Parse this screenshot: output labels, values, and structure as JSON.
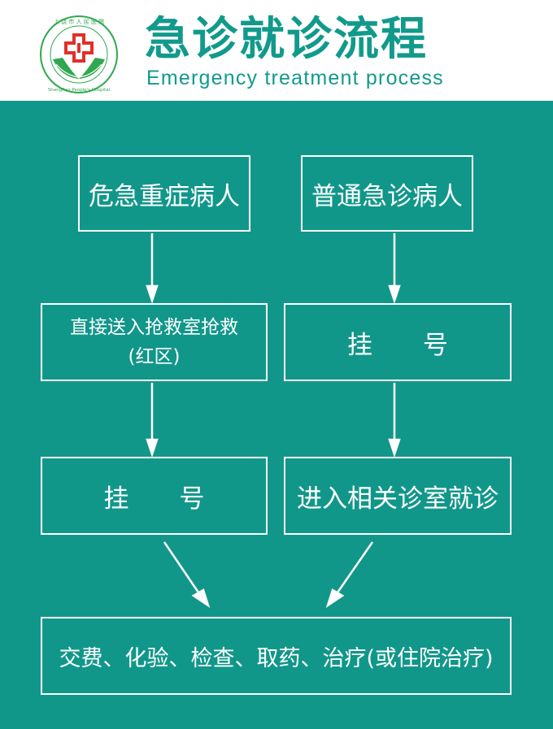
{
  "header": {
    "title_cn": "急诊就诊流程",
    "title_en": "Emergency treatment process",
    "logo_text": "上饶市人民医院 ShangRao People's Hospital"
  },
  "flow": {
    "critical_patient": "危急重症病人",
    "general_patient": "普通急诊病人",
    "rescue_line1": "直接送入抢救室抢救",
    "rescue_line2": "(红区)",
    "register_right": "挂　　号",
    "register_left": "挂　　号",
    "enter_clinic": "进入相关诊室就诊",
    "final_step": "交费、化验、检查、取药、治疗(或住院治疗)"
  },
  "colors": {
    "brand_teal": "#11978a",
    "title_teal": "#119a8c",
    "logo_red": "#e0302a",
    "logo_green": "#2fa84f"
  }
}
